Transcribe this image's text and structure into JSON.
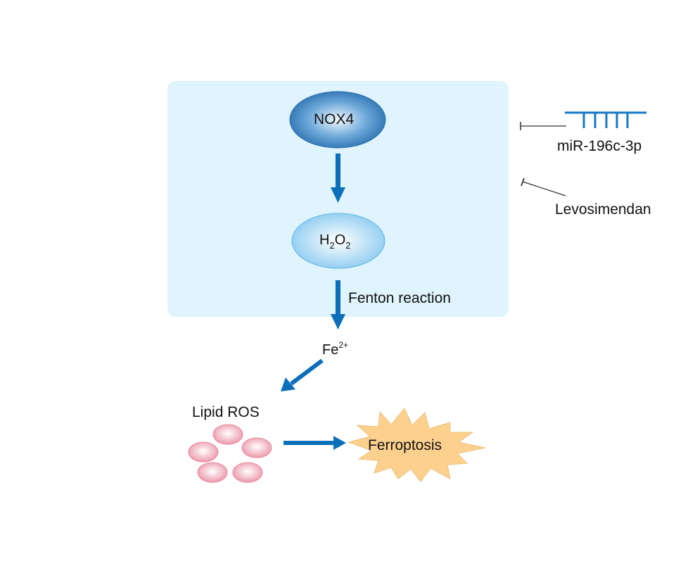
{
  "diagram": {
    "nodes": {
      "nox4": "NOX4",
      "h2o2": {
        "base1": "H",
        "sub1": "2",
        "base2": "O",
        "sub2": "2"
      },
      "fe": {
        "base": "Fe",
        "sup": "2+"
      },
      "lipid_ros": "Lipid ROS",
      "ferroptosis": "Ferroptosis"
    },
    "edges": {
      "fenton": "Fenton reaction"
    },
    "inhibitors": {
      "mirna": "miR-196c-3p",
      "drug": "Levosimendan"
    },
    "colors": {
      "cell_box": "#dff4fc",
      "arrow": "#0b6fba",
      "mirna_line": "#1778c5",
      "nox4_edge": "#2a6fae",
      "h2o2_edge": "#5fb3e6",
      "ros_edge": "#e8869b",
      "burst_fill": "#fdd08e",
      "inhibit_line": "#333333"
    }
  }
}
